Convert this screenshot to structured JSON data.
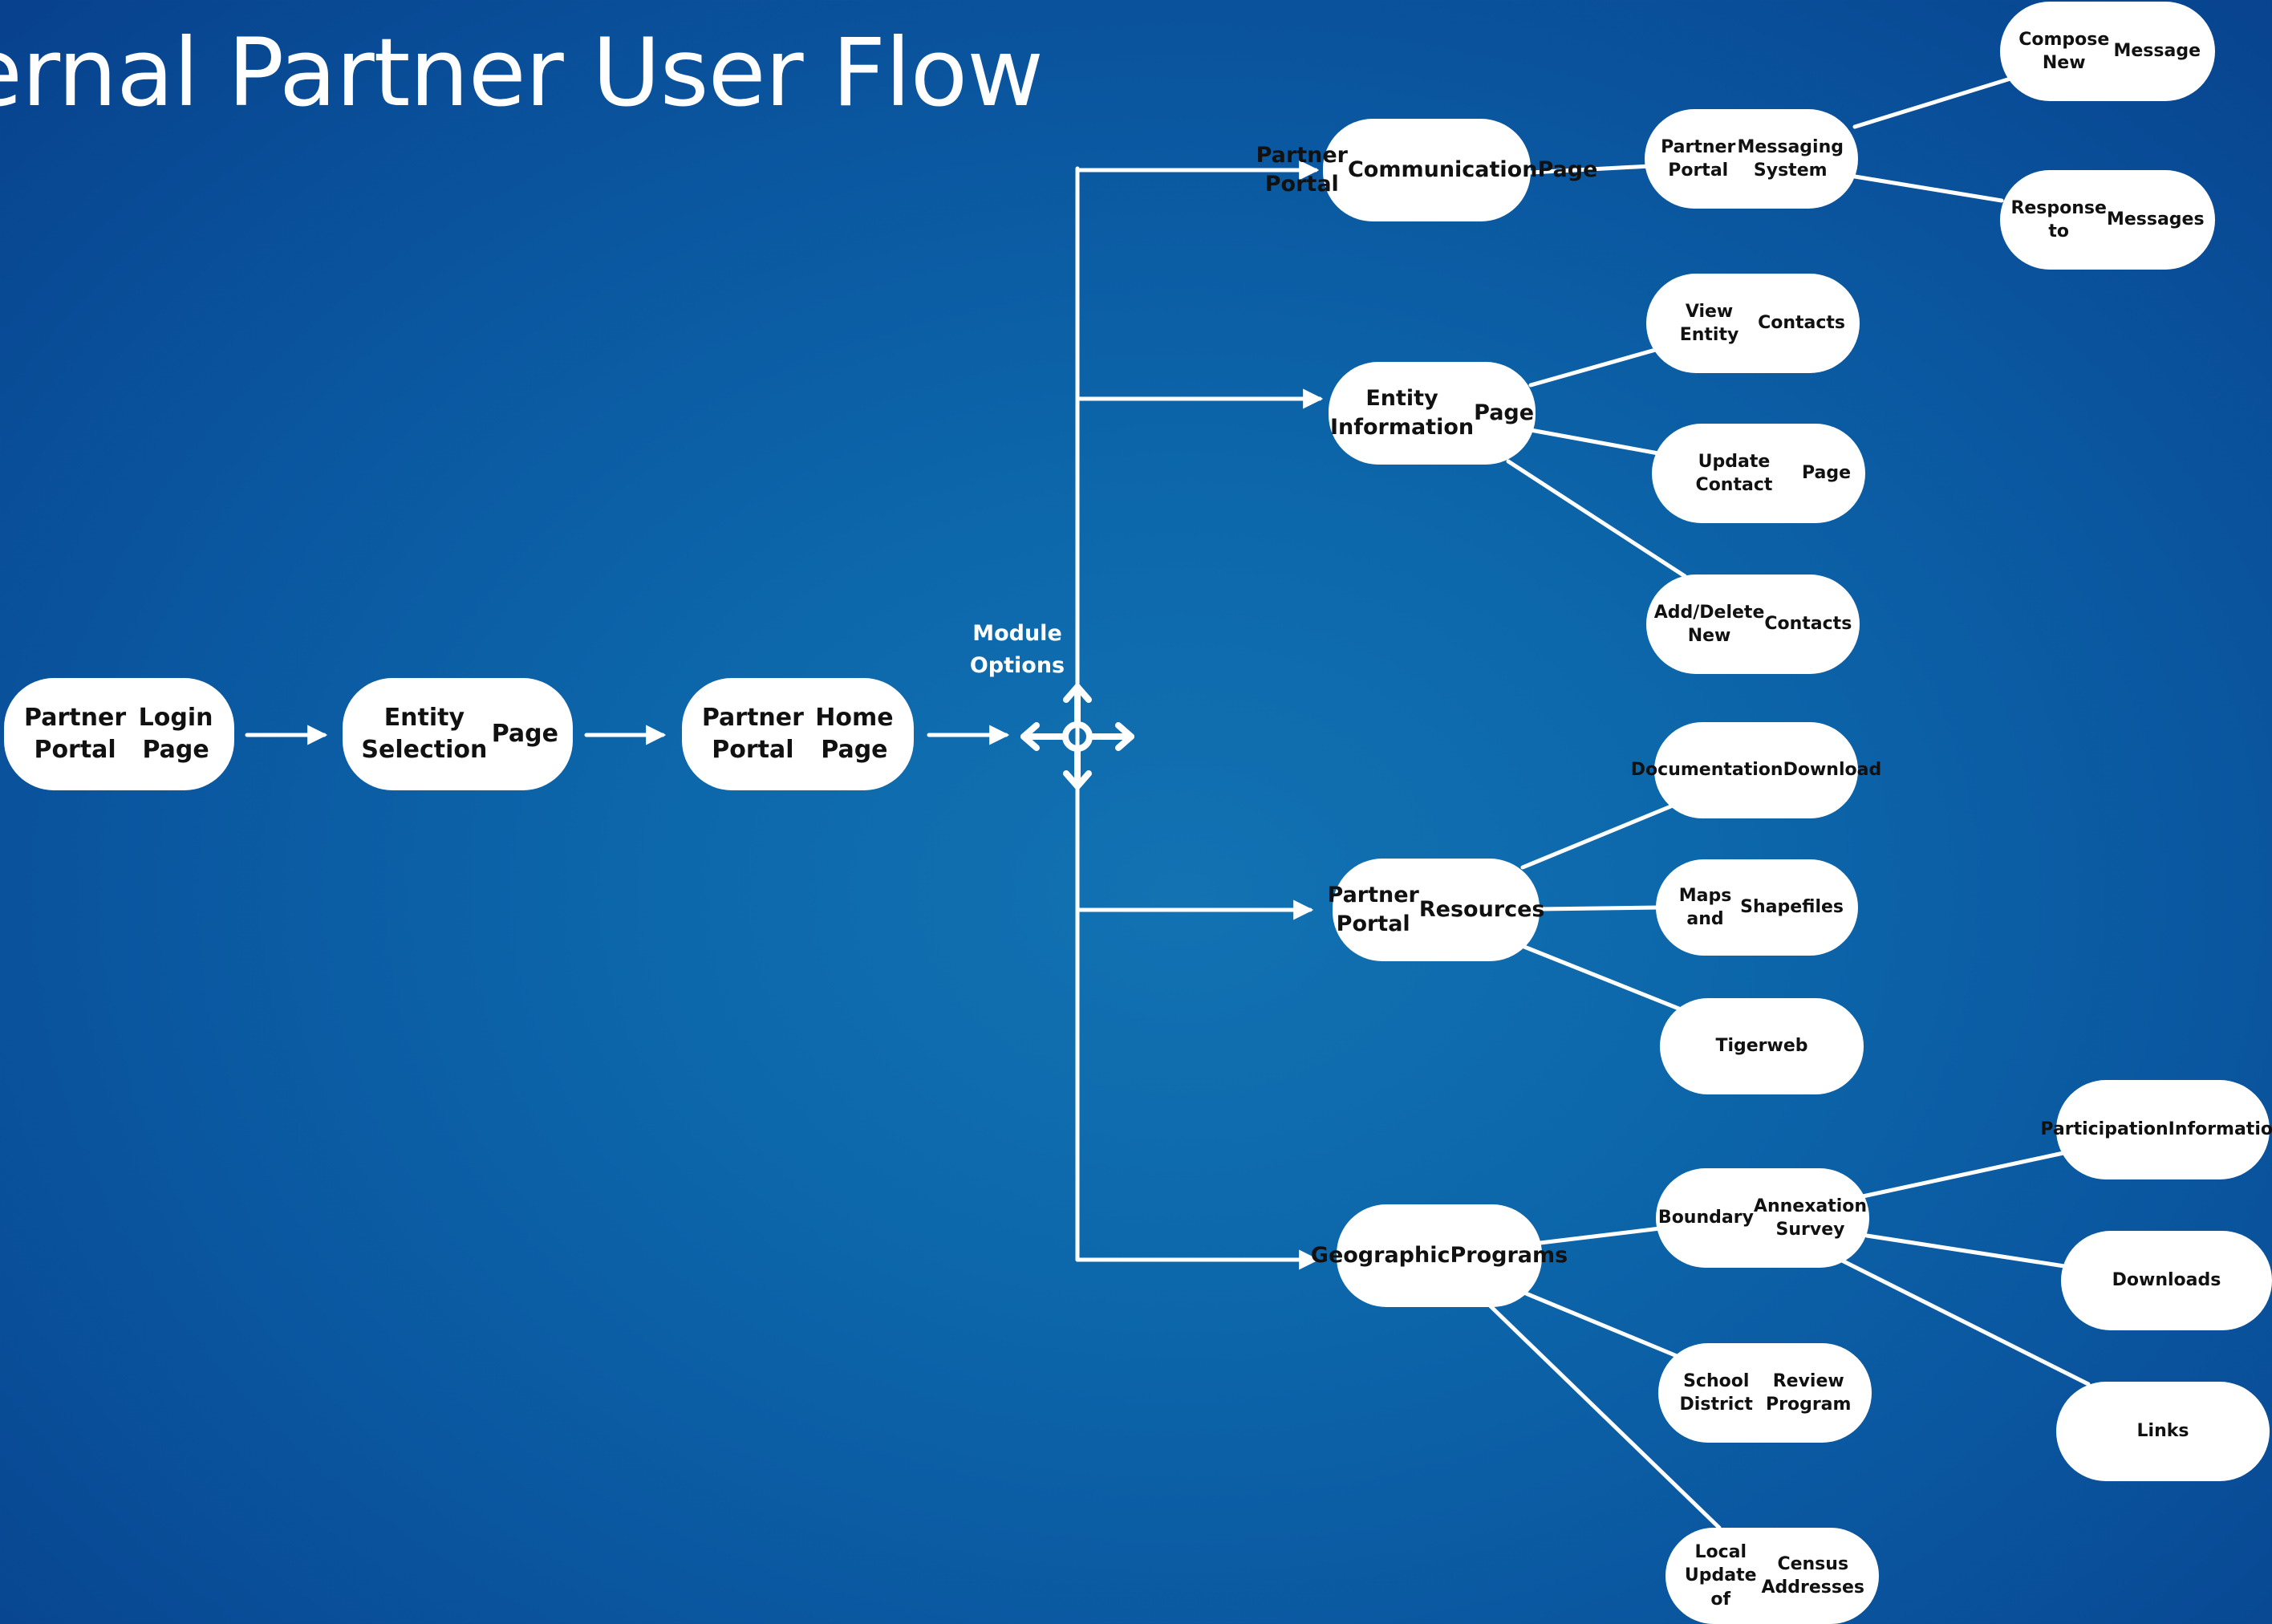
{
  "title": "ernal Partner User Flow",
  "module_options": {
    "line1": "Module",
    "line2": "Options"
  },
  "nodes": {
    "login": [
      "Partner Portal",
      "Login Page"
    ],
    "entity_selection": [
      "Entity Selection",
      "Page"
    ],
    "home": [
      "Partner Portal",
      "Home Page"
    ],
    "communication": [
      "Partner Portal",
      "Communication",
      "Page"
    ],
    "messaging": [
      "Partner Portal",
      "Messaging System"
    ],
    "compose": [
      "Compose New",
      "Message"
    ],
    "response": [
      "Response to",
      "Messages"
    ],
    "entity_info": [
      "Entity Information",
      "Page"
    ],
    "view_contacts": [
      "View Entity",
      "Contacts"
    ],
    "update_contact": [
      "Update Contact",
      "Page"
    ],
    "add_delete": [
      "Add/Delete New",
      "Contacts"
    ],
    "resources": [
      "Partner Portal",
      "Resources"
    ],
    "documentation": [
      "Documentation",
      "Download"
    ],
    "maps": [
      "Maps and",
      "Shapefiles"
    ],
    "tigerweb": [
      "Tigerweb"
    ],
    "geographic": [
      "Geographic",
      "Programs"
    ],
    "boundary": [
      "Boundary",
      "Annexation Survey"
    ],
    "participation": [
      "Participation",
      "Information"
    ],
    "downloads": [
      "Downloads"
    ],
    "links": [
      "Links"
    ],
    "school": [
      "School District",
      "Review Program"
    ],
    "luca": [
      "Local Update of",
      "Census Addresses"
    ]
  },
  "colors": {
    "background_center": "#1272b2",
    "background_edge": "#08418d",
    "node_fill": "#ffffff",
    "connector": "#ffffff",
    "node_text": "#111111"
  },
  "icons": {
    "module_hub": "move-arrows-icon"
  }
}
